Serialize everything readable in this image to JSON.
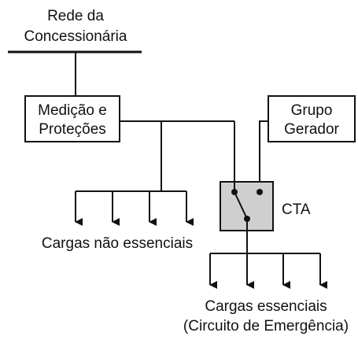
{
  "utility": {
    "line1": "Rede da",
    "line2": "Concessionária"
  },
  "metering": {
    "line1": "Medição e",
    "line2": "Proteções"
  },
  "generator": {
    "line1": "Grupo",
    "line2": "Gerador"
  },
  "ats": {
    "label": "CTA"
  },
  "non_essential": {
    "label": "Cargas não essenciais"
  },
  "essential": {
    "line1": "Cargas essenciais",
    "line2": "(Circuito de Emergência)"
  }
}
